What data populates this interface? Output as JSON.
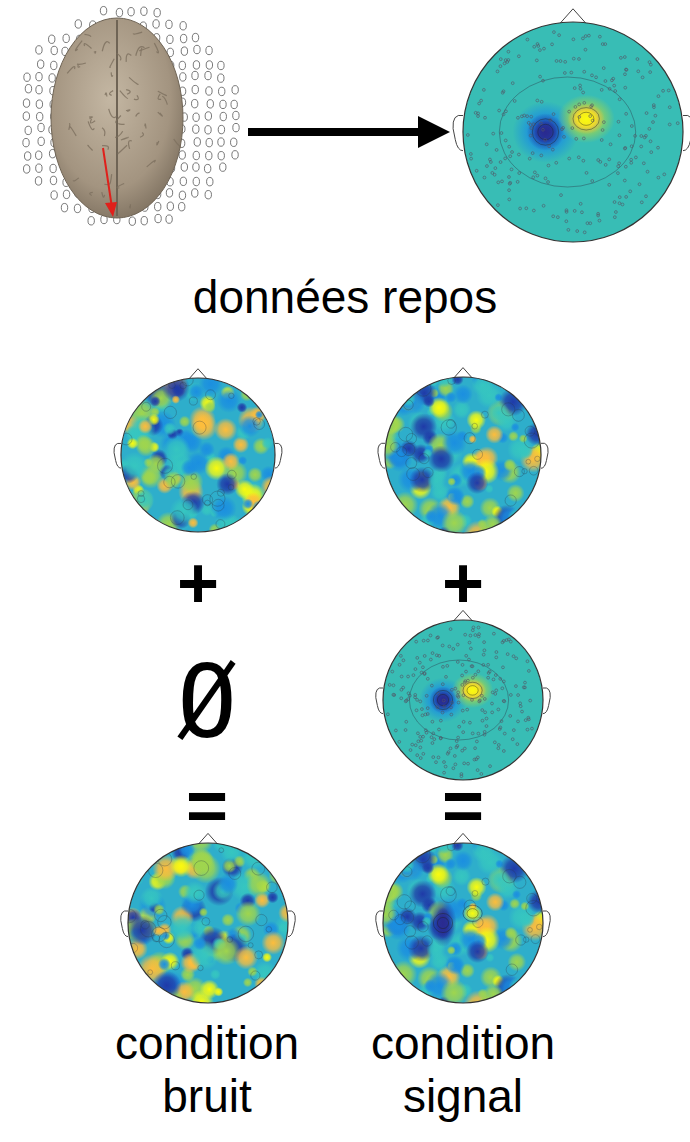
{
  "diagram": {
    "labels": [
      "données repos",
      "+",
      "+",
      "Ø",
      "=",
      "=",
      "condition bruit",
      "condition signal"
    ]
  }
}
